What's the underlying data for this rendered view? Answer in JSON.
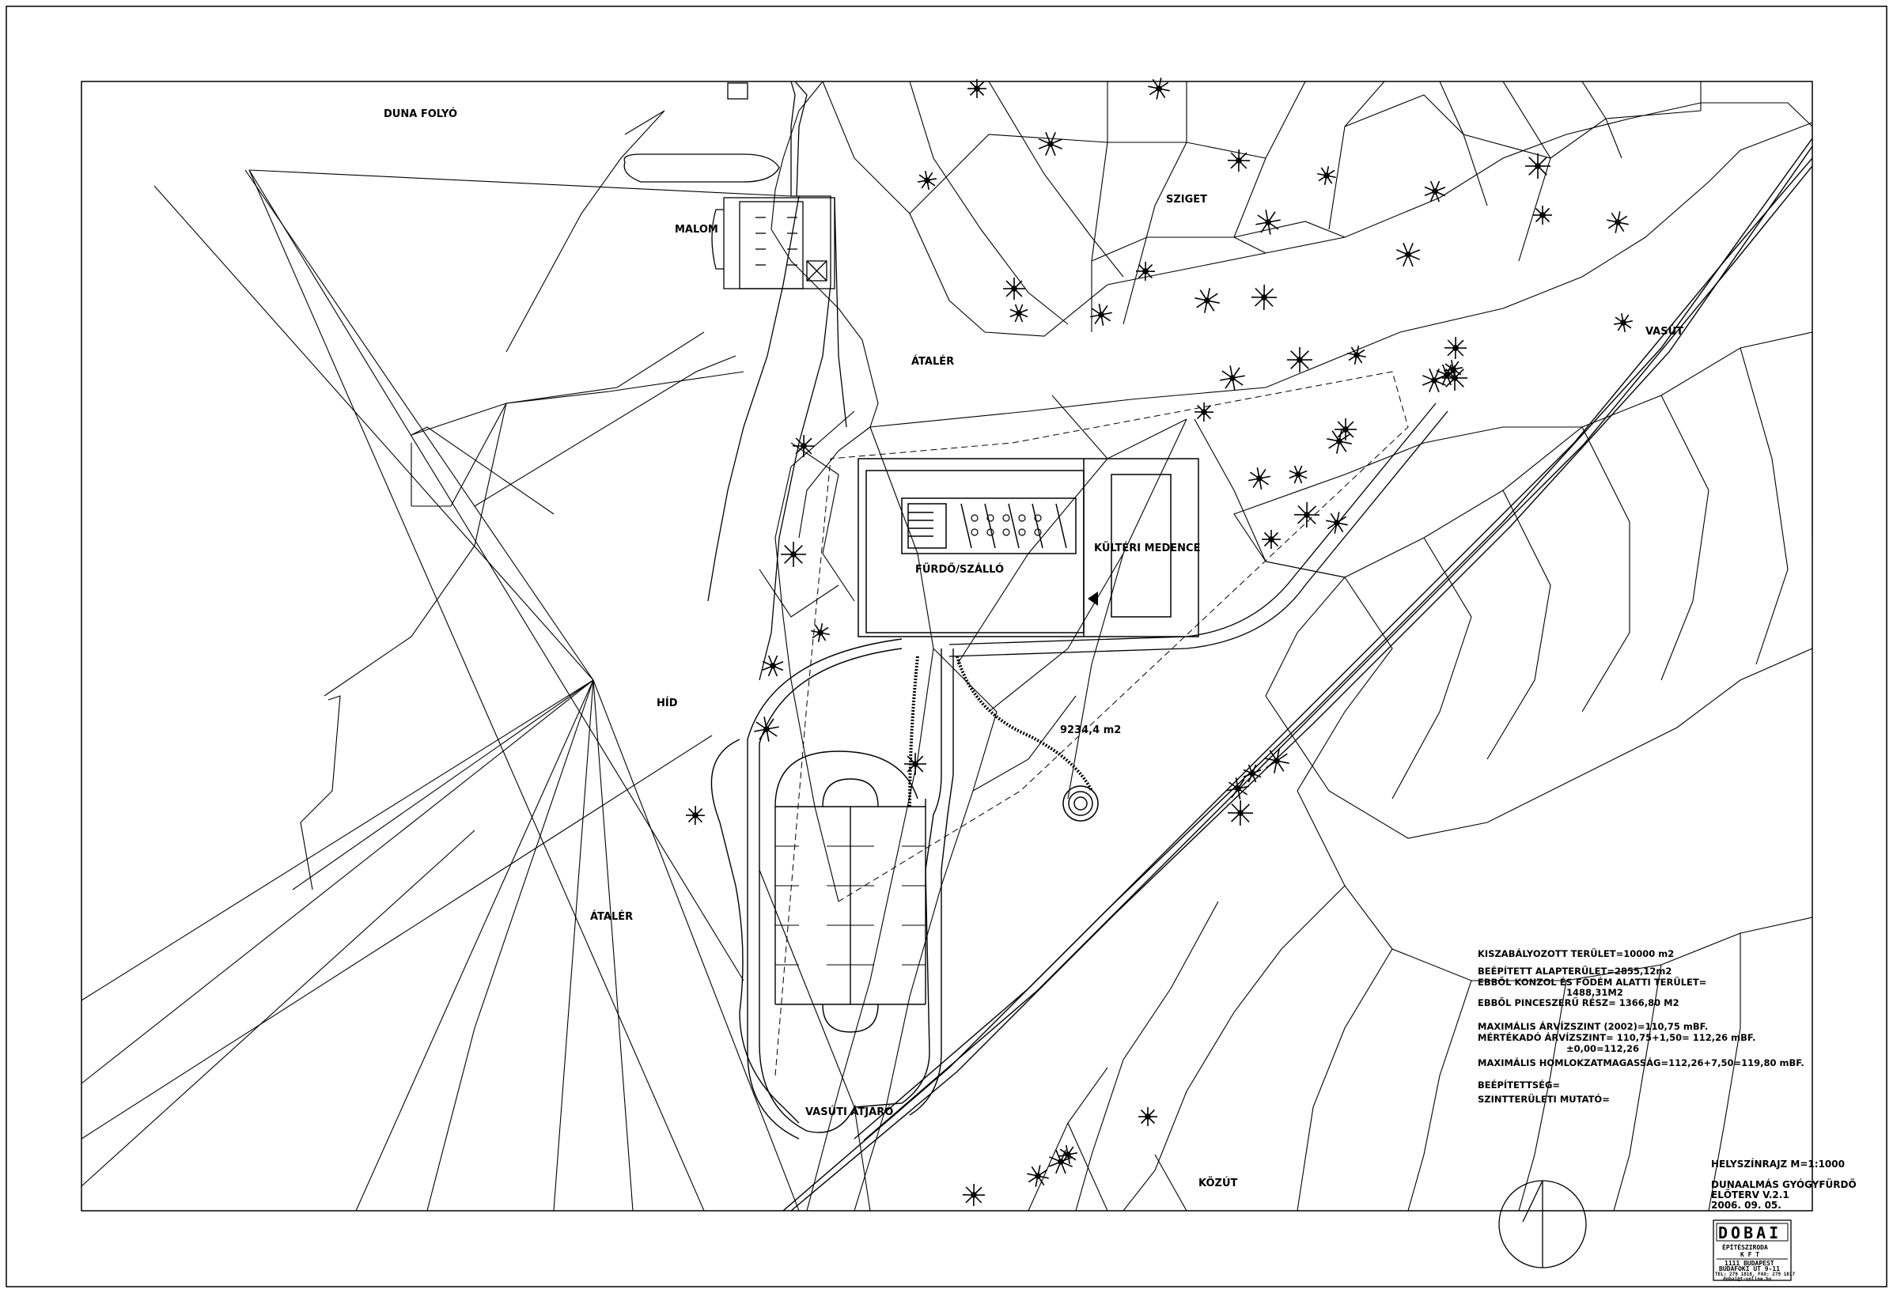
{
  "title": "DUNAALMÁS GYÓGYFÜRDŐ",
  "labels": {
    "duna": "DUNA FOLYÓ",
    "malom": "MALOM",
    "sziget": "SZIGET",
    "ataler_top": "ÁTALÉR",
    "ataler_left": "ÁTALÉR",
    "vasut": "VASÚT",
    "kulteri": "KÜLTÉRI MEDENCE",
    "furdo": "FÜRDŐ/SZÁLLÓ",
    "hid": "HÍD",
    "area": "9234,4 m2",
    "vasuti_atjaro": "VASÚTI ÁTJÁRÓ",
    "kozut": "KÖZÚT"
  },
  "notes": {
    "n1": "KISZABÁLYOZOTT TERÜLET=10000 m2",
    "n2": "BEÉPÍTETT ALAPTERÜLET=2855,12m2",
    "n3": "EBBŐL KONZOL ÉS FÖDÉM ALATTI TERÜLET=",
    "n4": "1488,31M2",
    "n5": "EBBŐL PINCESZERŰ RÉSZ= 1366,80 M2",
    "n6": "MAXIMÁLIS ÁRVÍZSZINT (2002)=110,75 mBF.",
    "n7": "MÉRTÉKADÓ ÁRVÍZSZINT= 110,75+1,50= 112,26 mBF.",
    "n8": "±0,00=112,26",
    "n9": "MAXIMÁLIS HOMLOKZATMAGASSÁG=112,26+7,50=119,80 mBF.",
    "n10": "BEÉPÍTETTSÉG=",
    "n11": "SZINTTERÜLETI MUTATÓ="
  },
  "title_block": {
    "scale": "HELYSZÍNRAJZ M=1:1000",
    "project": "DUNAALMÁS GYÓGYFÜRDŐ",
    "phase": "ELŐTERV  V.2.1",
    "date": "2006. 09. 05."
  },
  "logo": {
    "name": "DOBAI",
    "sub": "ÉPÍTÉSZIRODA",
    "kft": "K F T",
    "line1": "1111 BUDAPEST",
    "line2": "BUDAFOKI ÚT 9-11",
    "line3": "TEL: 279 1818, FAX: 279 1817",
    "line4": "dobai@t-online.hu"
  }
}
